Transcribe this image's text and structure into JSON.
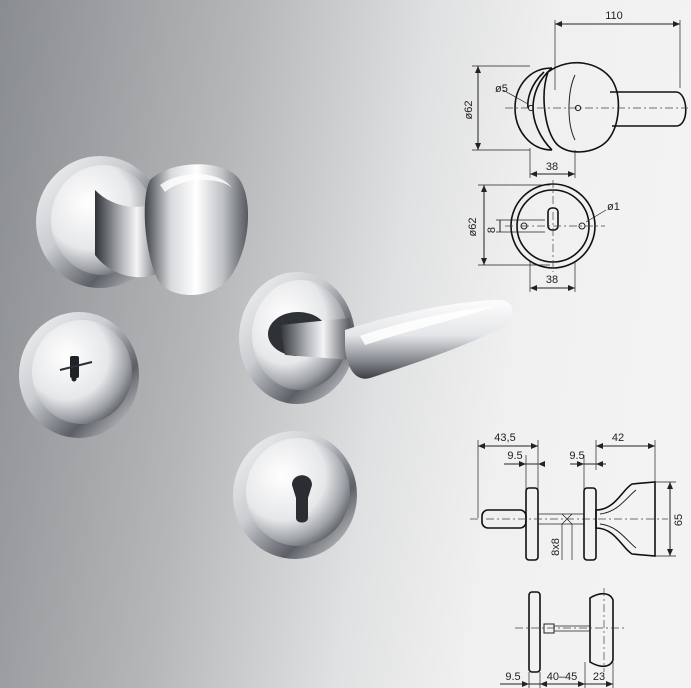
{
  "colors": {
    "background_dark": "#8c8f92",
    "background_light": "#f1f1f1",
    "chrome_highlight": "#ffffff",
    "chrome_shadow": "#3b3e42",
    "line": "#222222"
  },
  "dimensions": {
    "top_view": {
      "overall_length": "110",
      "diameter_rose": "ø62",
      "diameter_hole": "ø5",
      "projection": "38"
    },
    "escutcheon_view": {
      "diameter": "ø62",
      "offset": "8",
      "screw_diameter": "ø1",
      "projection": "38"
    },
    "side_view": {
      "overall": "43,5",
      "rose_left": "9.5",
      "rose_right": "9.5",
      "knob_length": "42",
      "knob_height": "65",
      "square_spindle": "8x8"
    },
    "bottom_view": {
      "rose_thickness": "9.5",
      "door_range": "40–45",
      "knob_projection": "23"
    }
  },
  "icons": [
    "door-knob-product-icon",
    "lever-handle-product-icon",
    "privacy-turn-rose-icon",
    "euro-cylinder-rose-icon"
  ]
}
